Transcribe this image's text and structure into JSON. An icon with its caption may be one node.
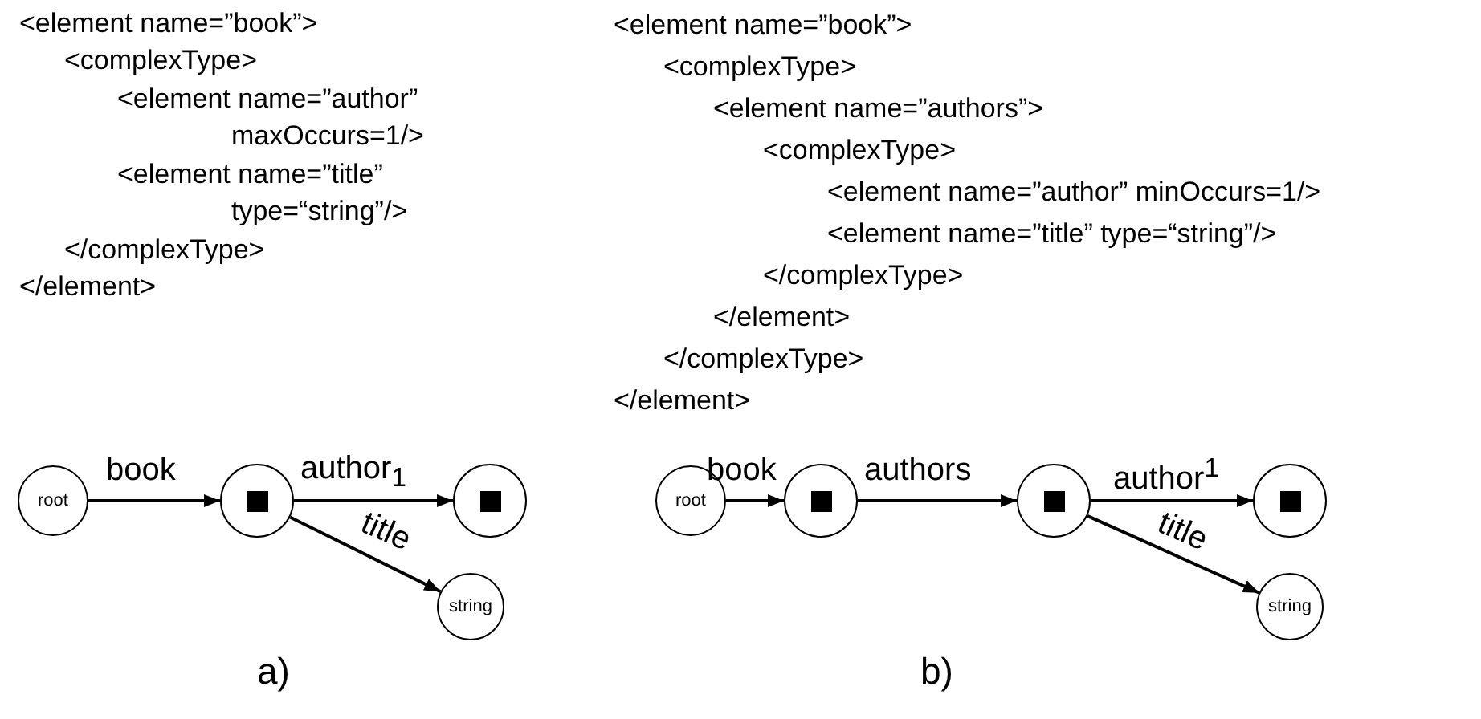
{
  "diagram": {
    "nodes": [
      {
        "text": [
          "root"
        ]
      },
      {
        "text": [],
        "shape": "circle"
      },
      {
        "text": [],
        "shape": "circle"
      },
      {
        "text": [
          "string"
        ]
      },
      {
        "text": [
          "root"
        ]
      },
      {
        "text": [],
        "shape": "circle"
      },
      {
        "text": [],
        "shape": "circle"
      },
      {
        "text": [],
        "shape": "circle"
      },
      {
        "text": [
          "string"
        ]
      }
    ],
    "edges": [
      {
        "from": 0,
        "to": 1,
        "arrow": "to",
        "label": "book"
      },
      {
        "from": 1,
        "to": 2,
        "arrow": "to",
        "label": "author$_{1}$"
      },
      {
        "from": 1,
        "to": 3,
        "arrow": "to",
        "label": "title"
      },
      {
        "from": 4,
        "to": 5,
        "arrow": "to",
        "label": "book"
      },
      {
        "from": 5,
        "to": 6,
        "arrow": "to",
        "label": "authors"
      },
      {
        "from": 6,
        "to": 7,
        "arrow": "to",
        "label": "author$^{1}$"
      },
      {
        "from": 6,
        "to": 8,
        "arrow": "to",
        "label": "title"
      }
    ],
    "labels": [
      "<element name=”book”>",
      "<complexType>",
      "<element name=”author”",
      "maxOccurs=1/>",
      "<element name=”title”",
      "type=“string”/>",
      "</complexType>",
      "</element>",
      "<element name=”book”>",
      "<complexType>",
      "<element name=”authors”>",
      "<complexType>",
      "<element name=”author” minOccurs=1/>",
      "<element name=”title” type=“string”/>",
      "</complexType>",
      "</element>",
      "</complexType>",
      "</element>",
      "a)",
      "b)"
    ]
  }
}
